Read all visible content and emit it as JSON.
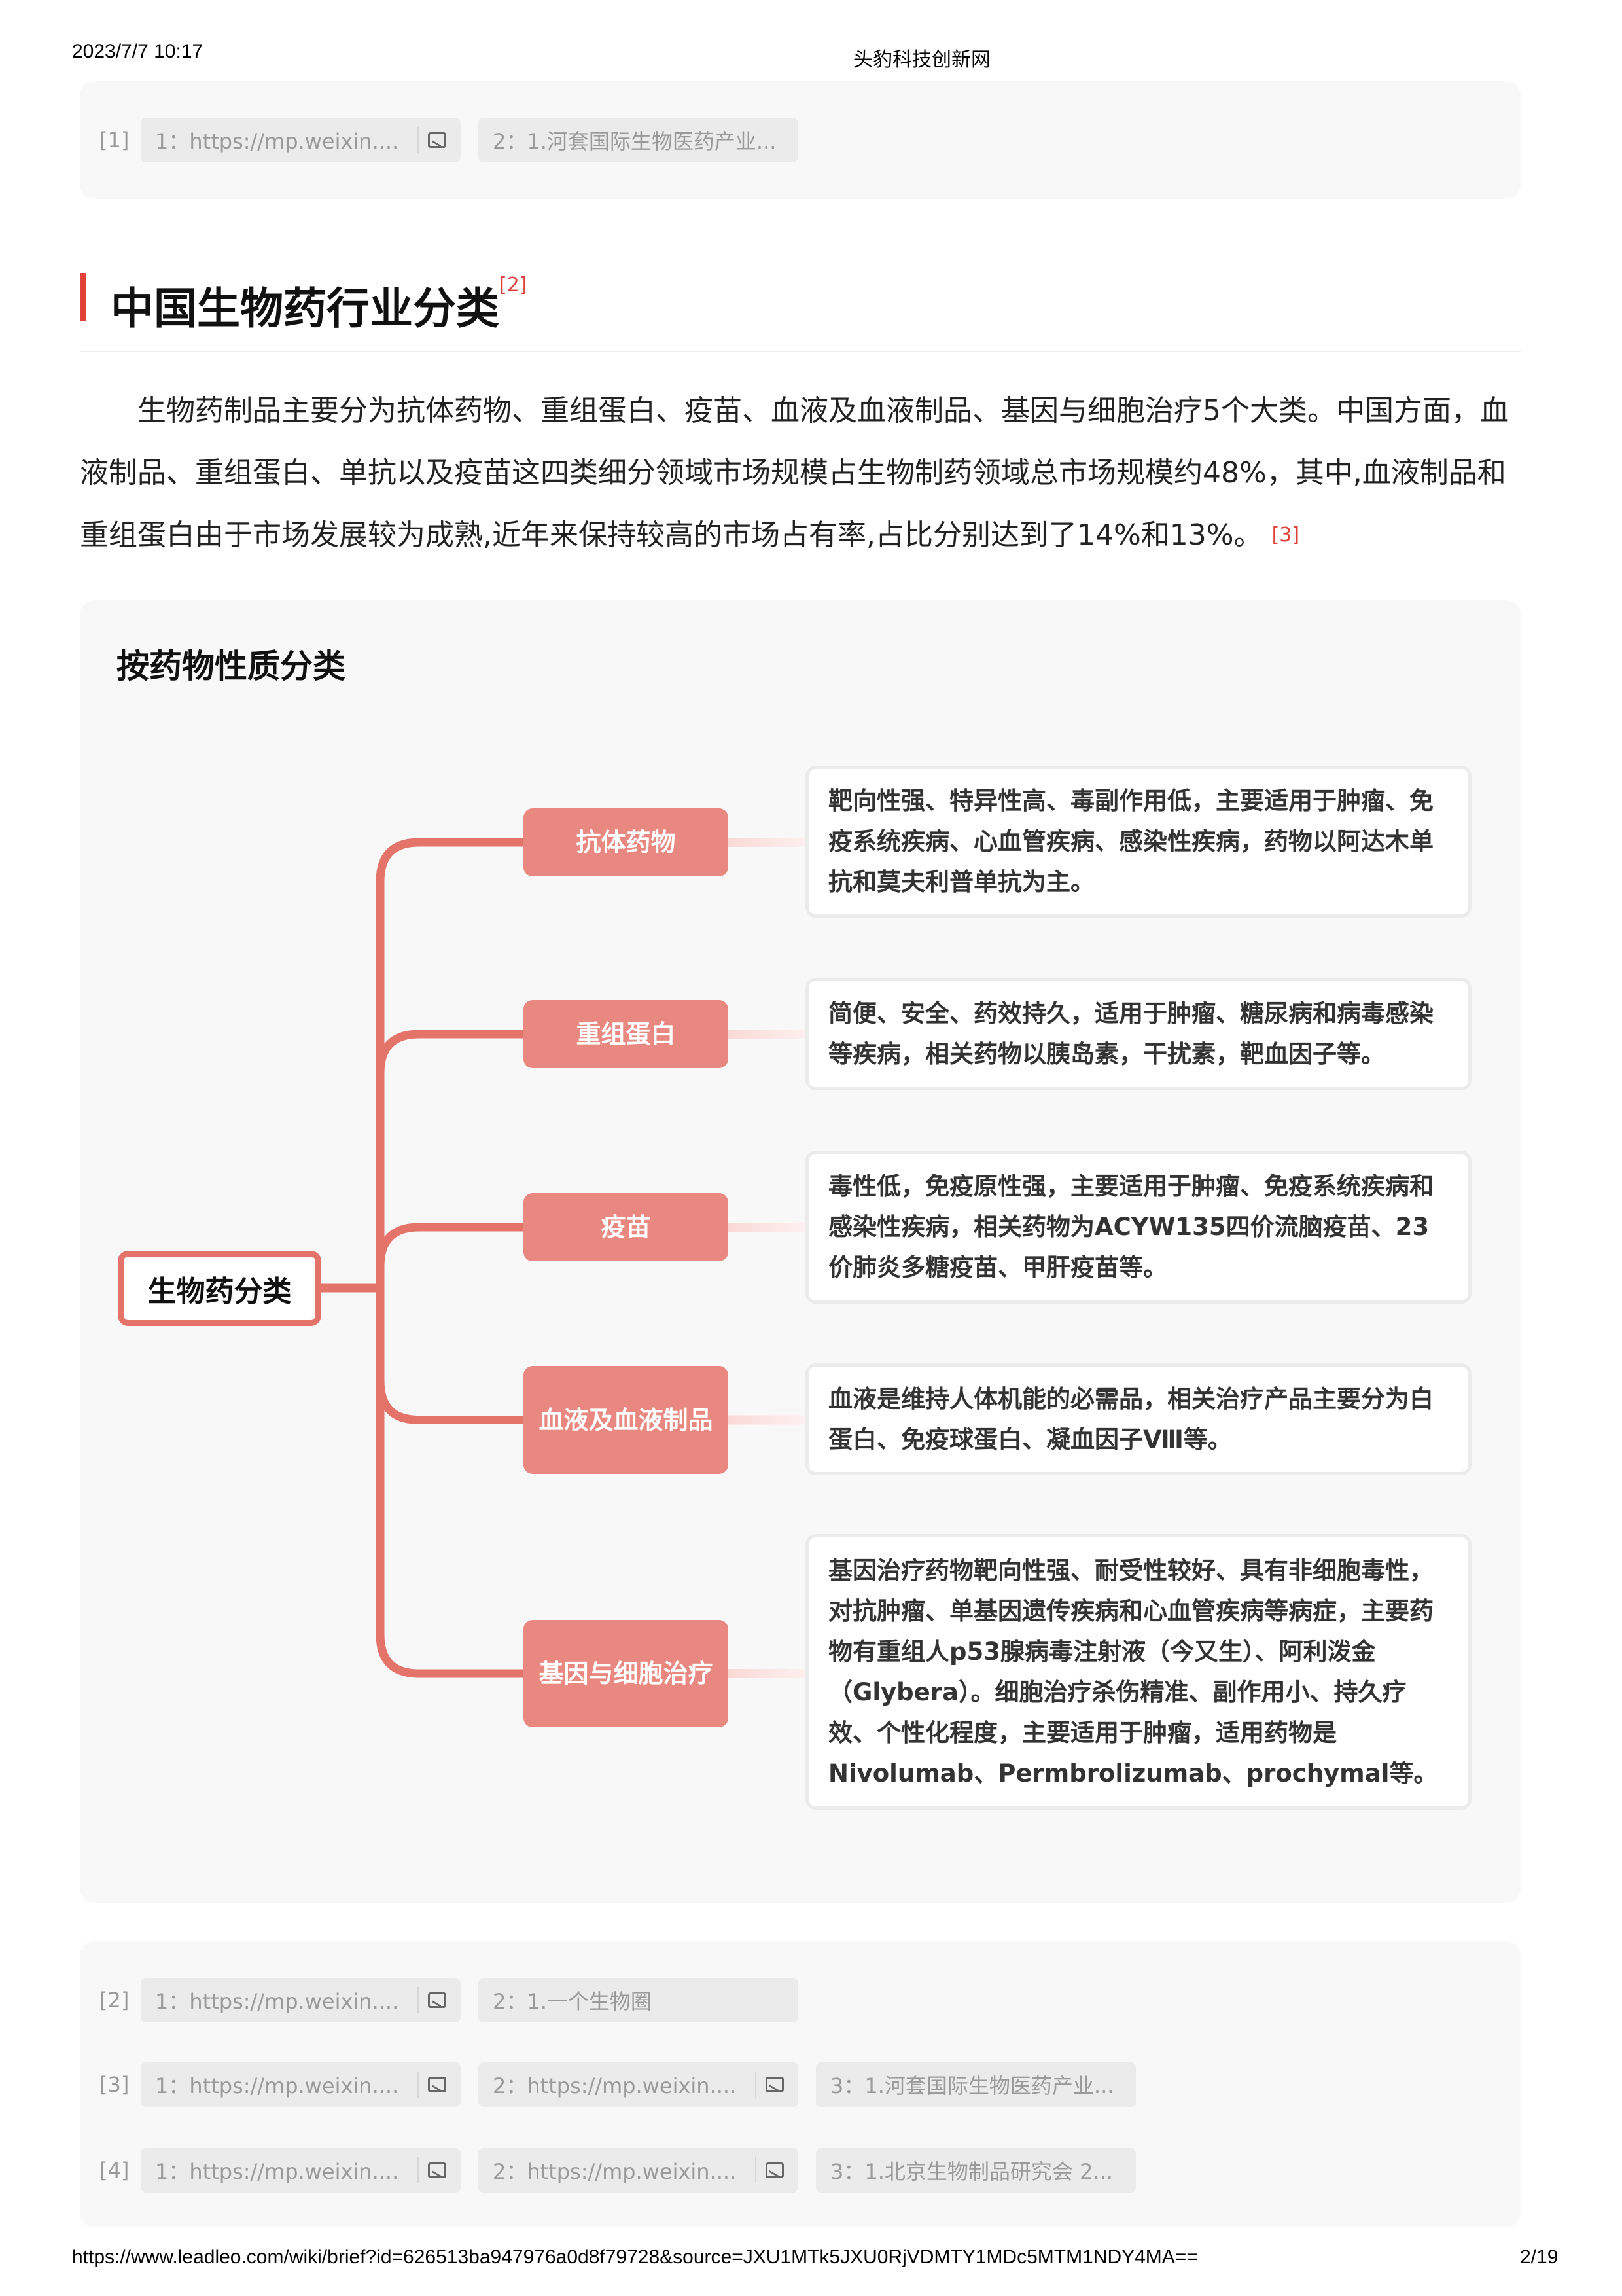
{
  "header": {
    "datetime": "2023/7/7 10:17",
    "site": "头豹科技创新网"
  },
  "refs_top": [
    {
      "num": "[1]",
      "chips": [
        {
          "text": "1：https://mp.weixin....",
          "icon": "image-icon"
        },
        {
          "text": "2：1.河套国际生物医药产业..."
        }
      ]
    }
  ],
  "section": {
    "title": "中国生物药行业分类",
    "sup": "[2]"
  },
  "paragraph": {
    "text": "生物药制品主要分为抗体药物、重组蛋白、疫苗、血液及血液制品、基因与细胞治疗5个大类。中国方面，血液制品、重组蛋白、单抗以及疫苗这四类细分领域市场规模占生物制药领域总市场规模约48%，其中,血液制品和重组蛋白由于市场发展较为成熟,近年来保持较高的市场占有率,占比分别达到了14%和13%。",
    "sup": "[3]"
  },
  "diagram": {
    "title": "按药物性质分类",
    "root": "生物药分类",
    "branches": [
      {
        "label": "抗体药物",
        "desc": "靶向性强、特异性高、毒副作用低，主要适用于肿瘤、免疫系统疾病、心血管疾病、感染性疾病，药物以阿达木单抗和莫夫利普单抗为主。"
      },
      {
        "label": "重组蛋白",
        "desc": "简便、安全、药效持久，适用于肿瘤、糖尿病和病毒感染等疾病，相关药物以胰岛素，干扰素，靶血因子等。"
      },
      {
        "label": "疫苗",
        "desc": "毒性低，免疫原性强，主要适用于肿瘤、免疫系统疾病和感染性疾病，相关药物为ACYW135四价流脑疫苗、23价肺炎多糖疫苗、甲肝疫苗等。"
      },
      {
        "label": "血液及血液制品",
        "desc": "血液是维持人体机能的必需品，相关治疗产品主要分为白蛋白、免疫球蛋白、凝血因子Ⅷ等。"
      },
      {
        "label": "基因与细胞治疗",
        "desc": "基因治疗药物靶向性强、耐受性较好、具有非细胞毒性，对抗肿瘤、单基因遗传疾病和心血管疾病等病症，主要药物有重组人p53腺病毒注射液（今又生）、阿利泼金（Glybera）。细胞治疗杀伤精准、副作用小、持久疗效、个性化程度，主要适用于肿瘤，适用药物是Nivolumab、Permbrolizumab、prochymal等。"
      }
    ]
  },
  "refs_bottom": [
    {
      "num": "[2]",
      "chips": [
        {
          "text": "1：https://mp.weixin....",
          "icon": "image-icon"
        },
        {
          "text": "2：1.一个生物圈"
        }
      ]
    },
    {
      "num": "[3]",
      "chips": [
        {
          "text": "1：https://mp.weixin....",
          "icon": "image-icon"
        },
        {
          "text": "2：https://mp.weixin....",
          "icon": "image-icon"
        },
        {
          "text": "3：1.河套国际生物医药产业..."
        }
      ]
    },
    {
      "num": "[4]",
      "chips": [
        {
          "text": "1：https://mp.weixin....",
          "icon": "image-icon"
        },
        {
          "text": "2：https://mp.weixin....",
          "icon": "image-icon"
        },
        {
          "text": "3：1.北京生物制品研究会 2..."
        }
      ]
    }
  ],
  "footer": {
    "url": "https://www.leadleo.com/wiki/brief?id=626513ba947976a0d8f79728&source=JXU1MTk5JXU0RjVDMTY1MDc5MTM1NDY4MA==",
    "page": "2/19"
  }
}
